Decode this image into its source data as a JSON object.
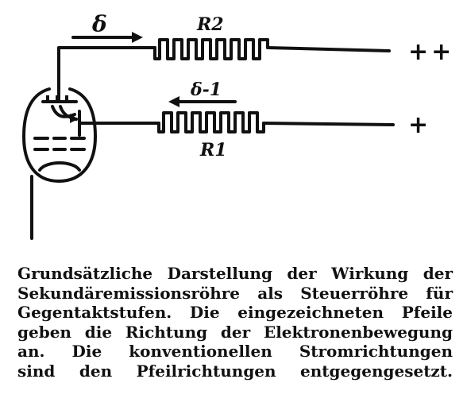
{
  "diagram": {
    "labels": {
      "delta": "δ",
      "r2": "R2",
      "delta_minus_one": "δ-1",
      "r1": "R1",
      "terminal_top": "++",
      "terminal_bottom": "+"
    }
  },
  "caption": {
    "lines": [
      "Grundsätzliche Darstellung der Wirkung der",
      "Sekundäremissionsröhre als Steuerröhre für",
      "Gegentaktstufen. Die eingezeichneten Pfeile",
      "geben die Richtung der Elektronenbewegung",
      "an. Die konventionellen Stromrichtungen",
      "sind den Pfeilrichtungen entgegengesetzt."
    ]
  }
}
